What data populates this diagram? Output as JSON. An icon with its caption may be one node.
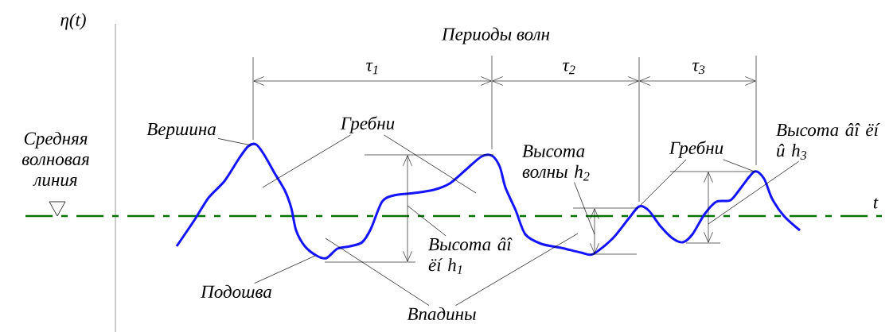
{
  "diagram": {
    "nodes": [
      {
        "text": [
          "Вершина"
        ]
      },
      {
        "text": [
          "Гребни"
        ]
      },
      {
        "text": [
          "Подошва"
        ]
      },
      {
        "text": [
          "Впадины"
        ]
      },
      {
        "text": [
          "Высота âî ëí h$_{1}$"
        ]
      },
      {
        "text": [
          "Высота волны h$_{2}$"
        ]
      },
      {
        "text": [
          "Гребни"
        ]
      },
      {
        "text": [
          "Высота âî ëí û h$_{3}$"
        ]
      }
    ],
    "edges": [
      {
        "from": 0,
        "to": null,
        "arrow": "none"
      },
      {
        "from": 1,
        "to": null,
        "arrow": "none"
      },
      {
        "from": 1,
        "to": null,
        "arrow": "none"
      },
      {
        "from": 2,
        "to": null,
        "arrow": "none"
      },
      {
        "from": 3,
        "to": null,
        "arrow": "none"
      },
      {
        "from": 3,
        "to": null,
        "arrow": "none"
      },
      {
        "from": 4,
        "to": null,
        "arrow": "none"
      },
      {
        "from": 5,
        "to": null,
        "arrow": "none"
      },
      {
        "from": 6,
        "to": null,
        "arrow": "none"
      },
      {
        "from": 6,
        "to": null,
        "arrow": "none"
      },
      {
        "from": 7,
        "to": null,
        "arrow": "none"
      }
    ],
    "labels": [
      "η(t)",
      "Периоды волн",
      "τ$_{1}$",
      "τ$_{2}$",
      "τ$_{3}$",
      "Средняя волновая линия",
      "t"
    ]
  }
}
